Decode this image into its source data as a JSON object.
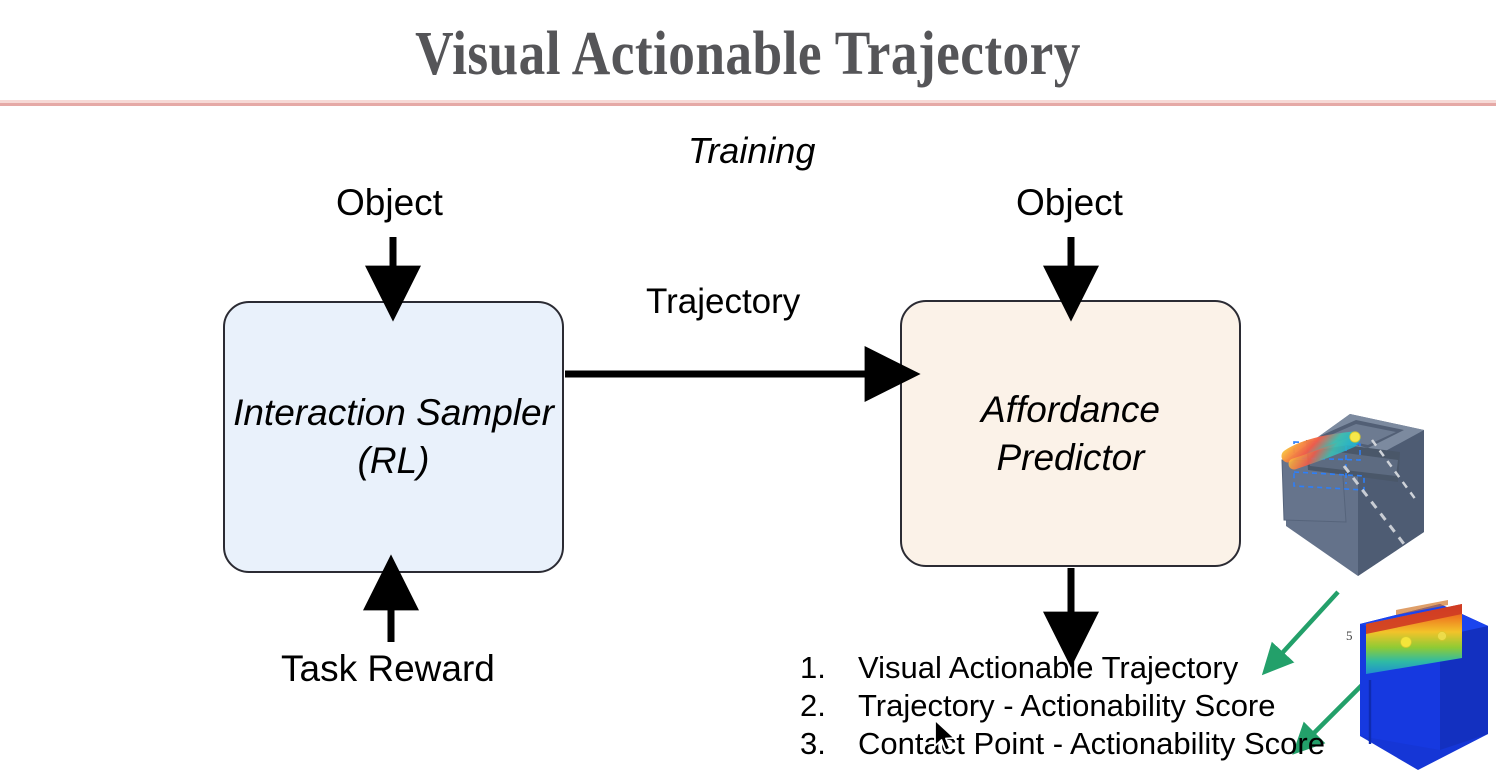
{
  "slide": {
    "title": "Visual Actionable Trajectory",
    "background_color": "#ffffff",
    "rule_color": "#e09a96"
  },
  "diagram": {
    "phase_label": "Training",
    "edge_label": "Trajectory",
    "left_input_label": "Object",
    "right_input_label": "Object",
    "left_bottom_input_label": "Task Reward",
    "boxes": [
      {
        "name": "interaction-sampler",
        "line1": "Interaction Sampler",
        "line2": "(RL)",
        "fill": "#e9f1fb",
        "border": "#2b2b33"
      },
      {
        "name": "affordance-predictor",
        "line1": "Affordance",
        "line2": "Predictor",
        "fill": "#fbf2e8",
        "border": "#2b2b33"
      }
    ],
    "outputs": [
      {
        "num": "1.",
        "text": "Visual Actionable Trajectory"
      },
      {
        "num": "2.",
        "text": "Trajectory - Actionability Score"
      },
      {
        "num": "3.",
        "text": "Contact Point - Actionability Score"
      }
    ],
    "annotation_arrow_color": "#23a06a",
    "stray_page_number": "5"
  },
  "renders": {
    "trajectory_render": {
      "name": "cabinet-trajectory-render",
      "body_color": "#5c6b80",
      "highlight_box_color": "#2d7ff9",
      "trajectory_colors": [
        "#f2e542",
        "#f79a3c",
        "#f25c4a",
        "#35b8b0",
        "#2bb3c8"
      ],
      "contact_point_color": "#f4e53a"
    },
    "heatmap_render": {
      "name": "cabinet-actionability-heatmap-render",
      "base_color": "#1536d6",
      "heat_colors": [
        "#d93a2b",
        "#f07a22",
        "#f2c02a",
        "#7ec93a",
        "#25b7a0"
      ],
      "contact_point_color": "#f4e53a"
    }
  },
  "cursor": {
    "name": "mouse-pointer",
    "visible": true
  }
}
